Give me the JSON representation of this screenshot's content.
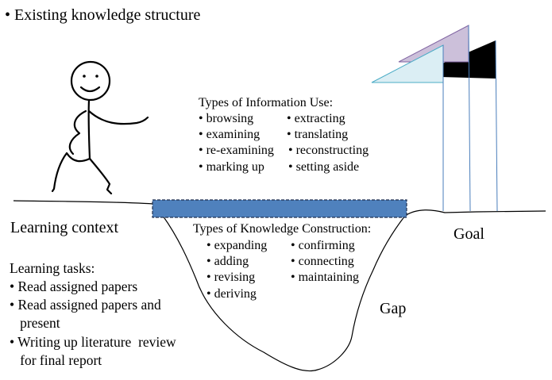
{
  "header_bullet": "• Existing knowledge structure",
  "information_use": {
    "title": "Types of Information Use:",
    "left": [
      "• browsing",
      "• examining",
      "• re-examining",
      "• marking up"
    ],
    "right": [
      "• extracting",
      "• translating",
      "• reconstructing",
      "• setting aside"
    ]
  },
  "knowledge_construction": {
    "title": "Types of Knowledge Construction:",
    "left": [
      "• expanding",
      "• adding",
      "• revising",
      "• deriving"
    ],
    "right": [
      "• confirming",
      "• connecting",
      "• maintaining"
    ]
  },
  "learning_context": "Learning  context",
  "learning_tasks": {
    "title": "Learning tasks:",
    "lines": [
      "• Read assigned papers",
      "• Read assigned papers and",
      "   present",
      "• Writing up literature  review",
      "   for final report"
    ]
  },
  "goal_label": "Goal",
  "gap_label": "Gap",
  "colors": {
    "bridge_fill": "#4f81bd",
    "flag_cyan": "#dbeef4",
    "flag_purple": "#ccc0da",
    "flag_black": "#000000",
    "pole_stroke": "#4a7ebb"
  }
}
